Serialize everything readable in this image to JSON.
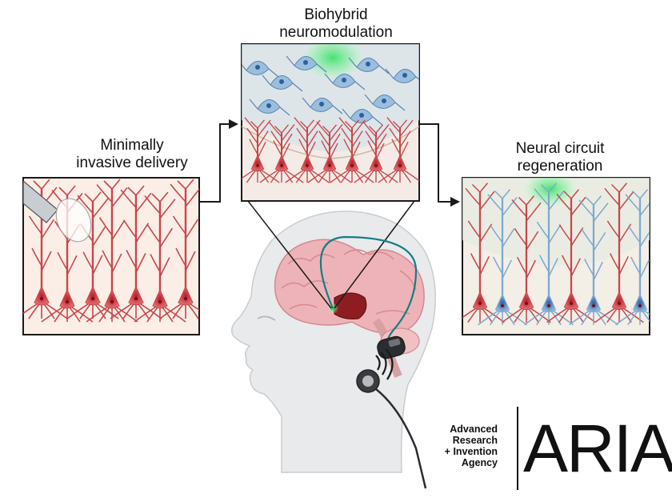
{
  "panels": {
    "delivery": {
      "label_line1": "Minimally",
      "label_line2": "invasive delivery"
    },
    "neuromodulation": {
      "label_line1": "Biohybrid",
      "label_line2": "neuromodulation"
    },
    "regeneration": {
      "label_line1": "Neural circuit",
      "label_line2": "regeneration"
    }
  },
  "logo": {
    "line1": "Advanced",
    "line2": "Research",
    "line3": "+ Invention",
    "line4": "Agency",
    "wordmark": "ARIA"
  },
  "colors": {
    "neuron_red": "#c8474b",
    "neuron_blue": "#7fa8d0",
    "tissue_bg": "#f8e6dc",
    "glow_green": "#3ee06a",
    "brain_pink": "#eab0b4",
    "head_gray": "#e6e8ea",
    "lead_teal": "#157d85"
  }
}
